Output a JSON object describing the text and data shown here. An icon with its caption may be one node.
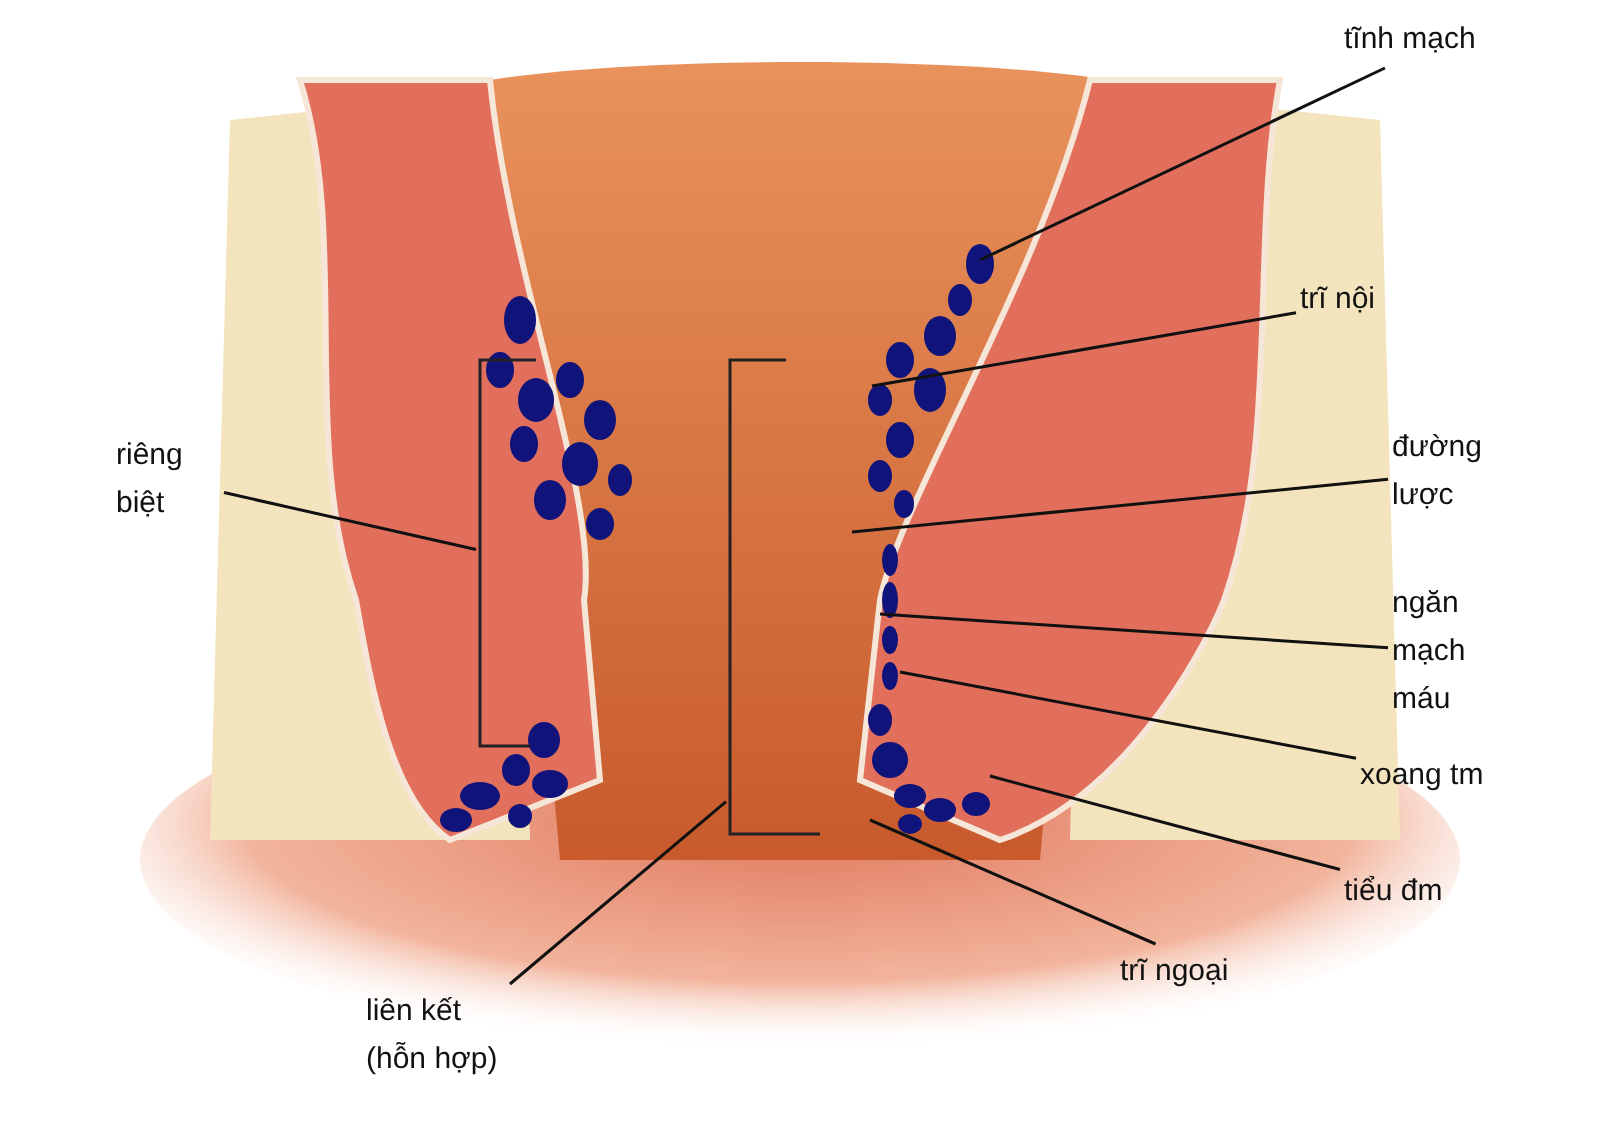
{
  "diagram": {
    "nodes": [
      {
        "text": [
          "tĩnh mạch"
        ]
      },
      {
        "text": [
          "trĩ nội"
        ]
      },
      {
        "text": [
          "đường lược"
        ]
      },
      {
        "text": [
          "ngăn mạch máu"
        ]
      },
      {
        "text": [
          "xoang tm"
        ]
      },
      {
        "text": [
          "tiểu đm"
        ]
      },
      {
        "text": [
          "trĩ ngoại"
        ]
      },
      {
        "text": [
          "riêng biệt"
        ]
      },
      {
        "text": [
          "liên kết (hỗn hợp)"
        ]
      },
      {
        "text": [],
        "shape": "bracket"
      },
      {
        "text": [],
        "shape": "bracket"
      }
    ],
    "edges": [
      {
        "from": 0,
        "to": null,
        "arrow": "none"
      },
      {
        "from": 1,
        "to": null,
        "arrow": "none"
      },
      {
        "from": 2,
        "to": null,
        "arrow": "none"
      },
      {
        "from": 3,
        "to": null,
        "arrow": "none"
      },
      {
        "from": 4,
        "to": null,
        "arrow": "none"
      },
      {
        "from": 5,
        "to": null,
        "arrow": "none"
      },
      {
        "from": 6,
        "to": null,
        "arrow": "none"
      },
      {
        "from": 7,
        "to": 9,
        "arrow": "none"
      },
      {
        "from": 8,
        "to": 10,
        "arrow": "none"
      }
    ]
  }
}
